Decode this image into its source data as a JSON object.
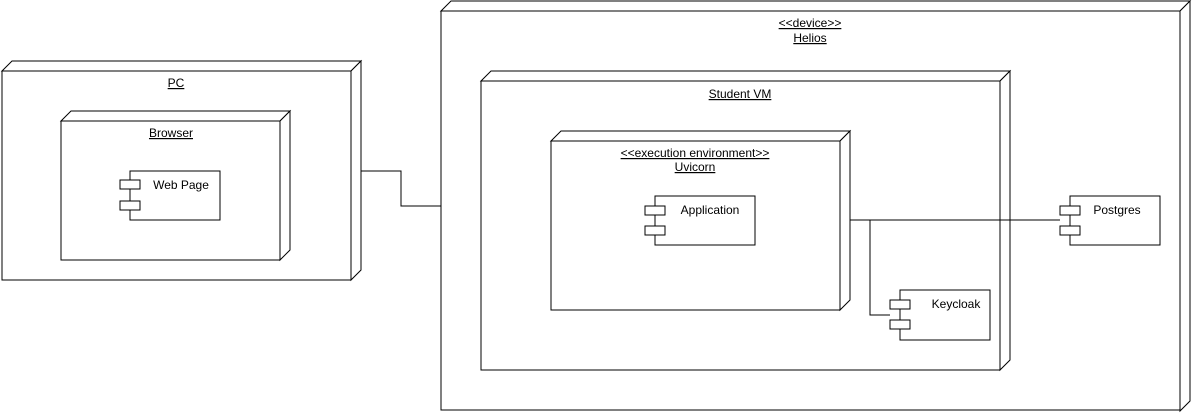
{
  "pc": {
    "label": "PC"
  },
  "browser": {
    "label": "Browser"
  },
  "web_page": {
    "label": "Web Page"
  },
  "helios": {
    "stereotype": "<<device>>",
    "label": "Helios"
  },
  "student_vm": {
    "label": "Student VM"
  },
  "uvicorn": {
    "stereotype": "<<execution environment>>",
    "label": "Uvicorn"
  },
  "application": {
    "label": "Application"
  },
  "keycloak": {
    "label": "Keycloak"
  },
  "postgres": {
    "label": "Postgres"
  }
}
